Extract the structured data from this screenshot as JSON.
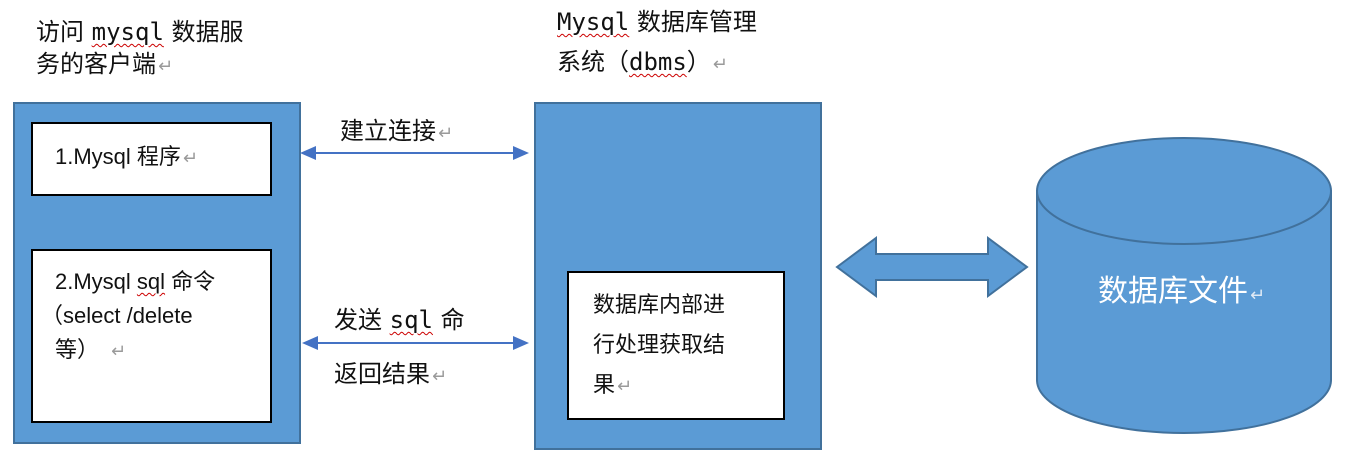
{
  "client": {
    "caption_line1_pre": "访问 ",
    "caption_line1_code": "mysql",
    "caption_line1_post": " 数据服",
    "caption_line2": "务的客户端",
    "box1_label": "1.Mysql 程序",
    "box2_line1_pre": "2.Mysql ",
    "box2_line1_code": "sql",
    "box2_line1_post": " 命令",
    "box2_line2": "（select /delete",
    "box2_line3": "等）"
  },
  "dbms": {
    "caption_line1_code": "Mysql",
    "caption_line1_post": " 数据库管理",
    "caption_line2_pre": "系统（",
    "caption_line2_code": "dbms",
    "caption_line2_post": "）",
    "inner_line1": "数据库内部进",
    "inner_line2": "行处理获取结",
    "inner_line3": "果"
  },
  "connections": {
    "connect_label": "建立连接",
    "send_label_pre": "发送 ",
    "send_label_code": "sql",
    "send_label_post": " 命",
    "return_label": "返回结果"
  },
  "storage": {
    "label": "数据库文件"
  },
  "paragraph_mark": "↵",
  "colors": {
    "block_fill": "#5b9bd5",
    "block_border": "#41719c",
    "arrow_line": "#4472c4"
  }
}
